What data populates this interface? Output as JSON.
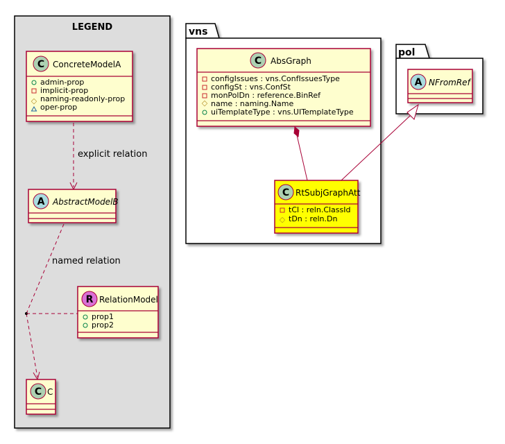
{
  "legend": {
    "title": "LEGEND",
    "concrete_model": {
      "stereotype": "C",
      "name": "ConcreteModelA",
      "attrs": [
        {
          "vis": "+",
          "text": "admin-prop"
        },
        {
          "vis": "-",
          "text": "implicit-prop"
        },
        {
          "vis": "#",
          "text": "naming-readonly-prop"
        },
        {
          "vis": "~",
          "text": "oper-prop"
        }
      ]
    },
    "explicit_relation_label": "explicit relation",
    "abstract_model": {
      "stereotype": "A",
      "name": "AbstractModelB"
    },
    "named_relation_label": "named relation",
    "relation_model": {
      "stereotype": "R",
      "name": "RelationModel",
      "attrs": [
        {
          "vis": "+",
          "text": "prop1"
        },
        {
          "vis": "+",
          "text": "prop2"
        }
      ]
    },
    "c_model": {
      "stereotype": "C",
      "name": "C"
    }
  },
  "vns_package": {
    "title": "vns",
    "absgraph": {
      "stereotype": "C",
      "name": "AbsGraph",
      "attrs": [
        {
          "vis": "-",
          "text": "configIssues : vns.ConfIssuesType"
        },
        {
          "vis": "-",
          "text": "configSt : vns.ConfSt"
        },
        {
          "vis": "-",
          "text": "monPolDn : reference.BinRef"
        },
        {
          "vis": "#",
          "text": "name : naming.Name"
        },
        {
          "vis": "+",
          "text": "uiTemplateType : vns.UITemplateType"
        }
      ]
    },
    "rtsubj": {
      "stereotype": "C",
      "name": "RtSubjGraphAtt",
      "attrs": [
        {
          "vis": "-",
          "text": "tCl : reln.ClassId"
        },
        {
          "vis": "#",
          "text": "tDn : reln.Dn"
        }
      ]
    }
  },
  "pol_package": {
    "title": "pol",
    "nfromref": {
      "stereotype": "A",
      "name": "NFromRef"
    }
  },
  "colors": {
    "class_fill": "#FEFECE",
    "class_border": "#A80036",
    "highlight_fill": "#FFFF00",
    "legend_bg": "#DDDDDD",
    "circle_c": "#ADD1B2",
    "circle_a": "#A9DCDF",
    "circle_r": "#DA70D6",
    "arrow": "#A80036"
  }
}
